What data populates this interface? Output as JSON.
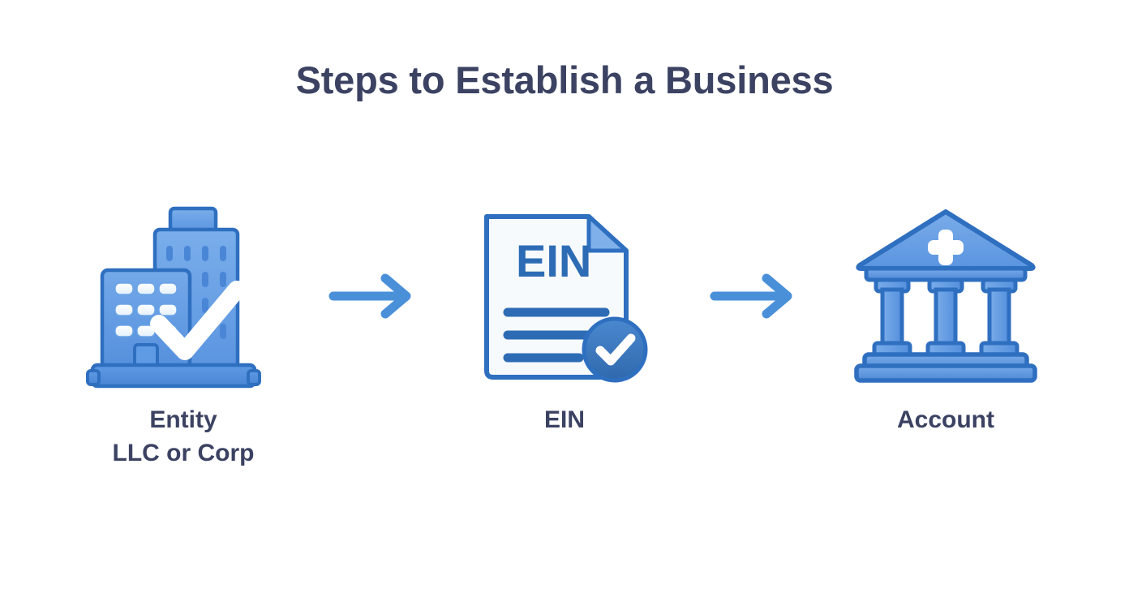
{
  "page": {
    "title": "Steps to Establish a Business",
    "background_color": "#ffffff",
    "title_color": "#3b4262"
  },
  "palette": {
    "icon_outline": "#2f6fc0",
    "icon_fill_light": "#6ba3e8",
    "icon_fill_mid": "#5b95e0",
    "icon_fill_dark": "#4a86d6",
    "paper_fill": "#f7fafd",
    "ein_text": "#2d6cb5",
    "badge_blue": "#3a7bc8",
    "white": "#ffffff",
    "arrow_blue": "#4a90d9",
    "label_navy": "#3b4262"
  },
  "steps": [
    {
      "id": "entity",
      "icon": "office-buildings-check-icon",
      "label": "Entity",
      "sublabel": "LLC or Corp"
    },
    {
      "id": "ein",
      "icon": "ein-document-verified-icon",
      "label": "EIN",
      "sublabel": "",
      "document_text": "EIN",
      "document_lines": 3
    },
    {
      "id": "account",
      "icon": "bank-building-icon",
      "label": "Account",
      "sublabel": ""
    }
  ],
  "connectors": [
    {
      "id": "arrow-1",
      "icon": "arrow-right-icon",
      "direction": "right"
    },
    {
      "id": "arrow-2",
      "icon": "arrow-right-icon",
      "direction": "right"
    }
  ]
}
